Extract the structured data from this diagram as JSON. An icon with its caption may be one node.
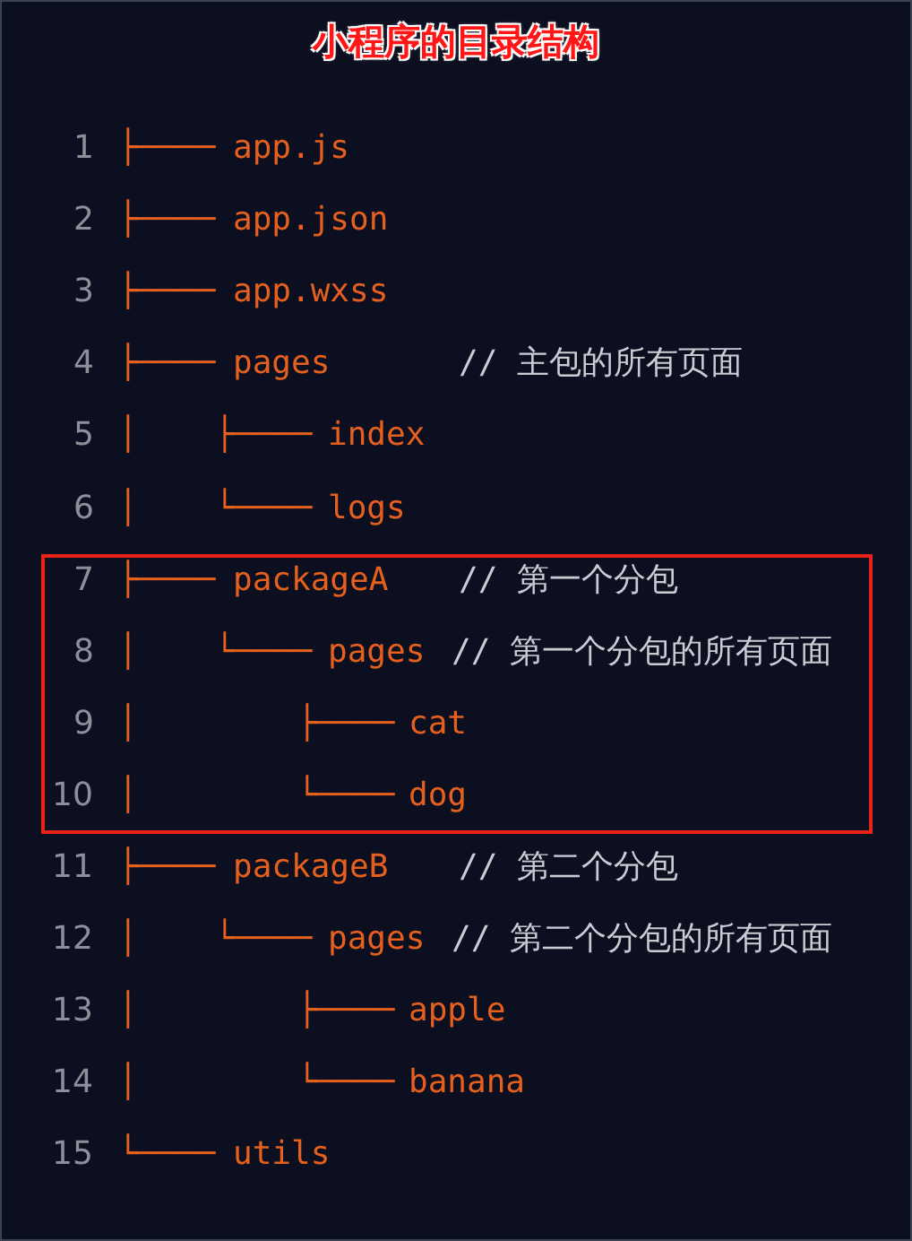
{
  "diagram": {
    "title": "小程序的目录结构",
    "nodes": [
      {
        "text": [
          "7",
          "├────",
          "packageA",
          "// 第一个分包",
          "8",
          "│",
          "└────",
          "pages",
          "// 第一个分包的所有页面",
          "9",
          "│",
          "├────",
          "cat",
          "10",
          "│",
          "└────",
          "dog"
        ]
      }
    ],
    "labels": [
      "1",
      "├────",
      "app.js",
      "2",
      "├────",
      "app.json",
      "3",
      "├────",
      "app.wxss",
      "4",
      "├────",
      "pages",
      "// 主包的所有页面",
      "5",
      "│",
      "├────",
      "index",
      "6",
      "│",
      "└────",
      "logs",
      "11",
      "├────",
      "packageB",
      "// 第二个分包",
      "12",
      "│",
      "└────",
      "pages",
      "// 第二个分包的所有页面",
      "13",
      "│",
      "├────",
      "apple",
      "14",
      "│",
      "└────",
      "banana",
      "15",
      "└────",
      "utils"
    ]
  }
}
